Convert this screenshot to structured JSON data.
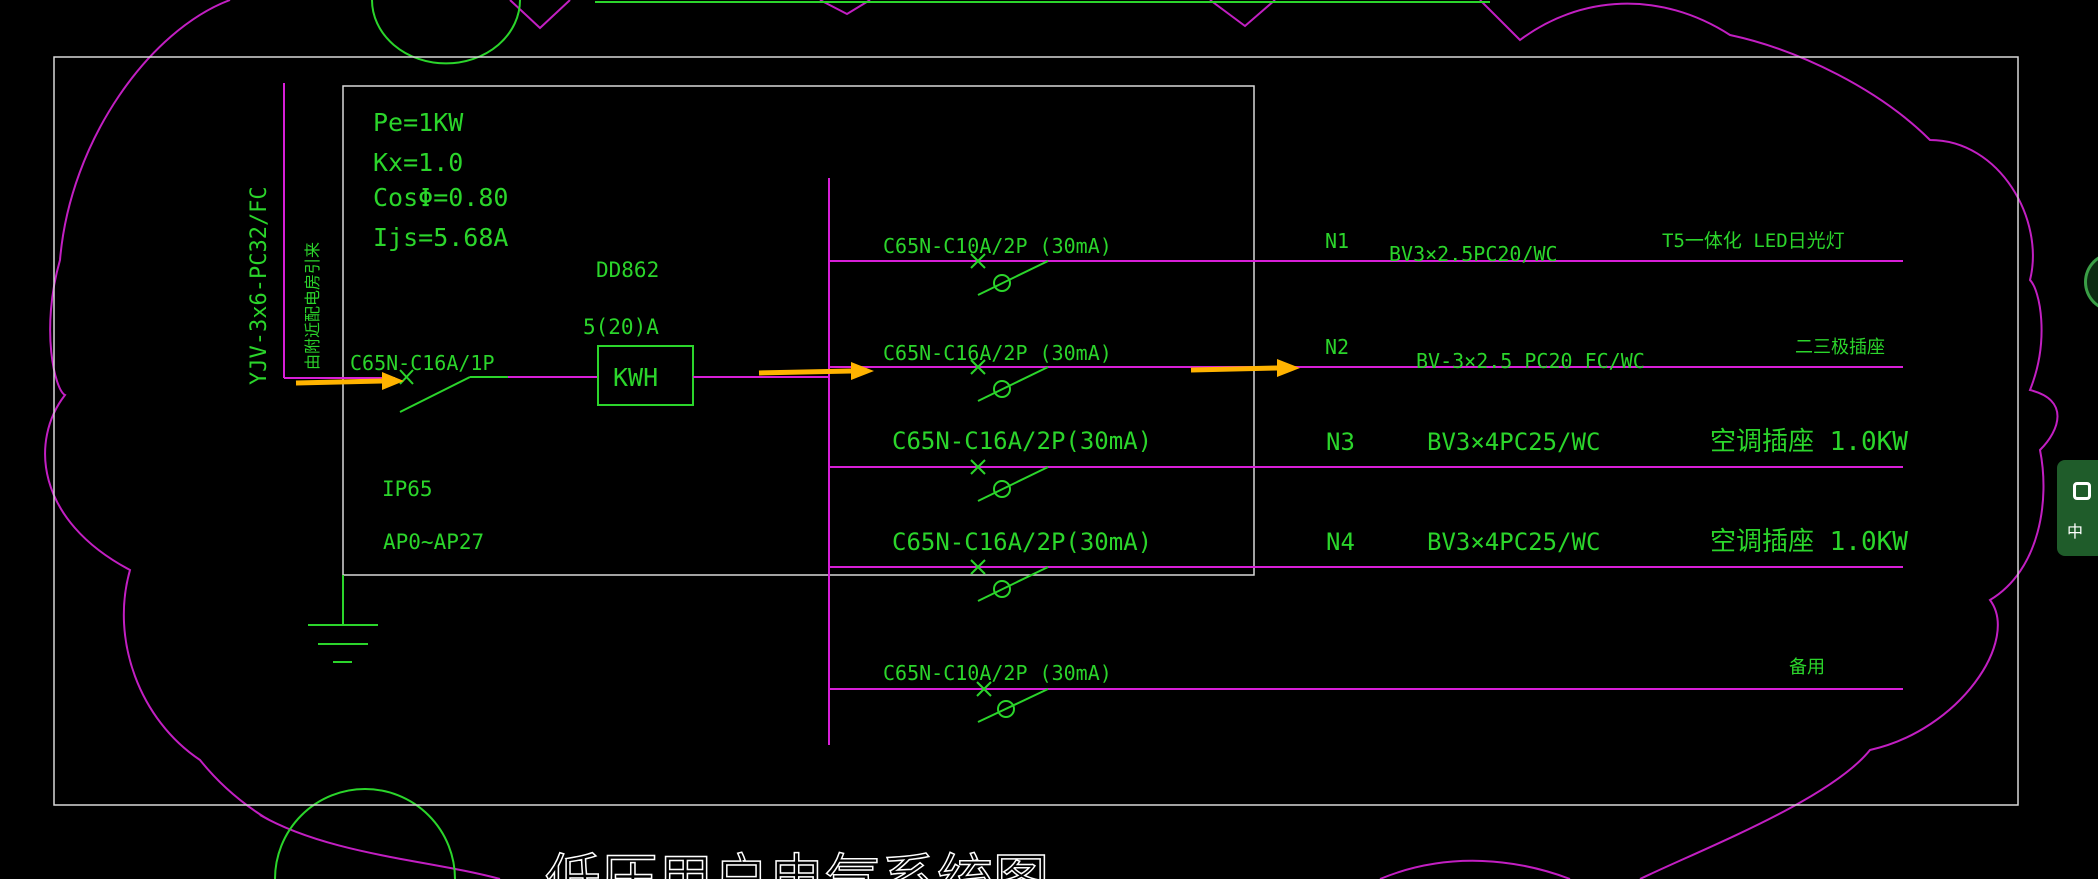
{
  "panel": {
    "params": {
      "pe": "Pe=1KW",
      "kx": "Kx=1.0",
      "cos": "CosΦ=0.80",
      "ijs": "Ijs=5.68A"
    },
    "meter_model": "DD862",
    "meter_rating": "5(20)A",
    "meter_label": "KWH",
    "main_breaker": "C65N-C16A/1P",
    "ip_rating": "IP65",
    "panel_range": "AP0~AP27"
  },
  "feeder": {
    "cable": "YJV-3x6-PC32/FC",
    "source_note": "由附近配电房引来"
  },
  "circuits": [
    {
      "breaker": "C65N-C10A/2P (30mA)",
      "id": "N1",
      "cable": "BV3×2.5PC20/WC",
      "load": "T5一体化 LED日光灯"
    },
    {
      "breaker": "C65N-C16A/2P (30mA)",
      "id": "N2",
      "cable": "BV-3×2.5 PC20 FC/WC",
      "load": "二三极插座"
    },
    {
      "breaker": "C65N-C16A/2P(30mA)",
      "id": "N3",
      "cable": "BV3×4PC25/WC",
      "load": "空调插座 1.0KW"
    },
    {
      "breaker": "C65N-C16A/2P(30mA)",
      "id": "N4",
      "cable": "BV3×4PC25/WC",
      "load": "空调插座 1.0KW"
    },
    {
      "breaker": "C65N-C10A/2P (30mA)",
      "id": "",
      "cable": "",
      "load": "备用"
    }
  ],
  "drawing_title": "低压用户电气系统图",
  "side_tab": {
    "label": "中",
    "icon": "shirt-icon"
  },
  "colors": {
    "text": "#2bd52b",
    "wire": "#d81fd8",
    "frame": "#d9d9d9",
    "arrow": "#ffb300",
    "cloud": "#c21fc2"
  }
}
